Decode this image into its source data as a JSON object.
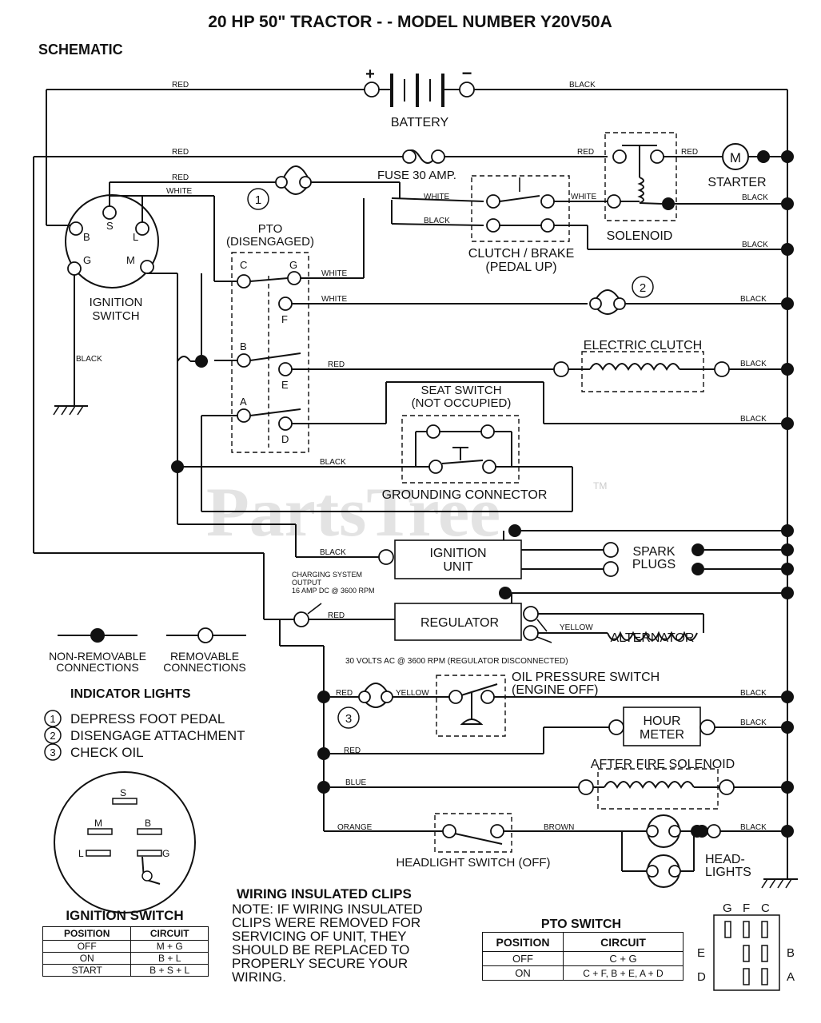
{
  "title": "20 HP 50\" TRACTOR - - MODEL NUMBER Y20V50A",
  "subtitle": "SCHEMATIC",
  "watermark": "PartsTree",
  "trademark": "TM",
  "components": {
    "battery": "BATTERY",
    "plus": "+",
    "minus": "−",
    "fuse": "FUSE 30 AMP.",
    "starter": "STARTER",
    "starter_m": "M",
    "solenoid": "SOLENOID",
    "clutch_brake_1": "CLUTCH / BRAKE",
    "clutch_brake_2": "(PEDAL UP)",
    "pto_1": "PTO",
    "pto_2": "(DISENGAGED)",
    "ignition_switch_1": "IGNITION",
    "ignition_switch_2": "SWITCH",
    "electric_clutch": "ELECTRIC CLUTCH",
    "seat_switch_1": "SEAT SWITCH",
    "seat_switch_2": "(NOT OCCUPIED)",
    "grounding_connector": "GROUNDING CONNECTOR",
    "ignition_unit_1": "IGNITION",
    "ignition_unit_2": "UNIT",
    "spark_plugs_1": "SPARK",
    "spark_plugs_2": "PLUGS",
    "charging_1": "CHARGING SYSTEM",
    "charging_2": "OUTPUT",
    "charging_3": "16 AMP DC @ 3600 RPM",
    "regulator": "REGULATOR",
    "alternator": "ALTERNATOR",
    "volts_note": "30 VOLTS AC @ 3600 RPM (REGULATOR DISCONNECTED)",
    "oil_switch_1": "OIL PRESSURE SWITCH",
    "oil_switch_2": "(ENGINE OFF)",
    "hour_meter_1": "HOUR",
    "hour_meter_2": "METER",
    "after_fire": "AFTER FIRE SOLENOID",
    "headlight_switch": "HEADLIGHT SWITCH (OFF)",
    "headlights_1": "HEAD-",
    "headlights_2": "LIGHTS"
  },
  "terminals": {
    "S": "S",
    "B": "B",
    "L": "L",
    "G": "G",
    "M": "M",
    "C": "C",
    "F": "F",
    "E": "E",
    "A": "A",
    "D": "D"
  },
  "wire_colors": {
    "red": "RED",
    "black": "BLACK",
    "white": "WHITE",
    "yellow": "YELLOW",
    "blue": "BLUE",
    "orange": "ORANGE",
    "brown": "BROWN"
  },
  "legend": {
    "non_removable_1": "NON-REMOVABLE",
    "non_removable_2": "CONNECTIONS",
    "removable_1": "REMOVABLE",
    "removable_2": "CONNECTIONS"
  },
  "indicator_lights": {
    "heading": "INDICATOR LIGHTS",
    "items": [
      {
        "num": "1",
        "label": "DEPRESS FOOT PEDAL"
      },
      {
        "num": "2",
        "label": "DISENGAGE ATTACHMENT"
      },
      {
        "num": "3",
        "label": "CHECK OIL"
      }
    ]
  },
  "ignition_switch_table": {
    "heading": "IGNITION SWITCH",
    "headers": [
      "POSITION",
      "CIRCUIT"
    ],
    "rows": [
      [
        "OFF",
        "M + G"
      ],
      [
        "ON",
        "B + L"
      ],
      [
        "START",
        "B + S + L"
      ]
    ]
  },
  "clips_note": {
    "heading": "WIRING INSULATED CLIPS",
    "lines": [
      "NOTE: IF WIRING INSULATED",
      "CLIPS WERE REMOVED FOR",
      "SERVICING OF UNIT, THEY",
      "SHOULD BE REPLACED TO",
      "PROPERLY SECURE YOUR",
      "WIRING."
    ]
  },
  "pto_switch_table": {
    "heading": "PTO SWITCH",
    "headers": [
      "POSITION",
      "CIRCUIT"
    ],
    "rows": [
      [
        "OFF",
        "C + G"
      ],
      [
        "ON",
        "C + F, B + E, A + D"
      ]
    ]
  },
  "pto_switch_pins": {
    "top": [
      "G",
      "F",
      "C"
    ],
    "left": [
      "E",
      "D"
    ],
    "right": [
      "B",
      "A"
    ]
  }
}
